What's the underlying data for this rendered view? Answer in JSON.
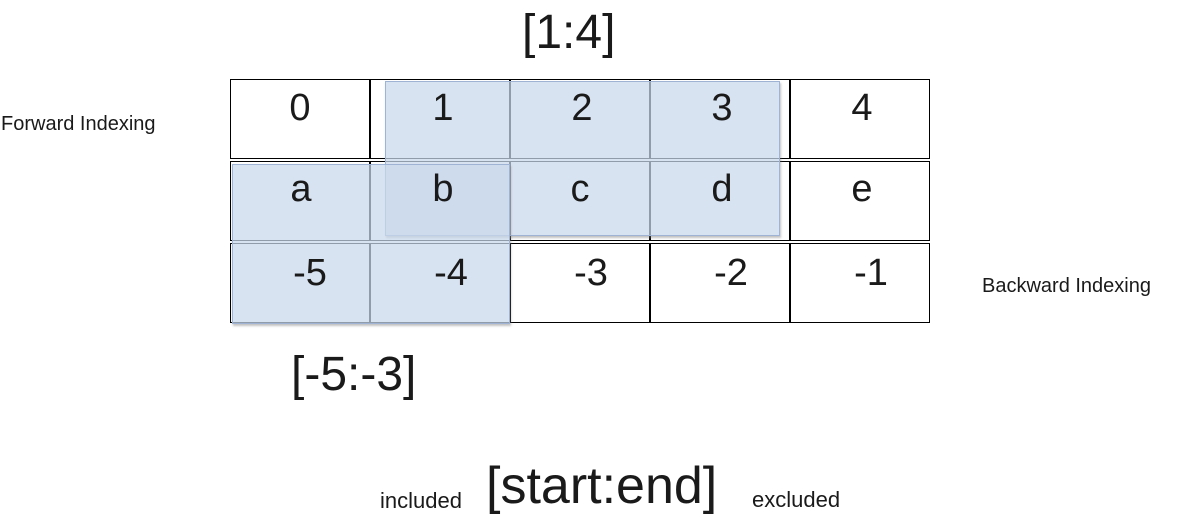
{
  "slices": {
    "forward": "[1:4]",
    "backward": "[-5:-3]"
  },
  "labels": {
    "forward_indexing": "Forward Indexing",
    "backward_indexing": "Backward Indexing"
  },
  "table": {
    "forward_indices": [
      "0",
      "1",
      "2",
      "3",
      "4"
    ],
    "characters": [
      "a",
      "b",
      "c",
      "d",
      "e"
    ],
    "backward_indices": [
      "-5",
      "-4",
      "-3",
      "-2",
      "-1"
    ]
  },
  "legend": {
    "left": "included",
    "center": "[start:end]",
    "right": "excluded"
  },
  "colors": {
    "highlight_fill": "#c9d8ec",
    "highlight_border": "#9fb4d4"
  }
}
